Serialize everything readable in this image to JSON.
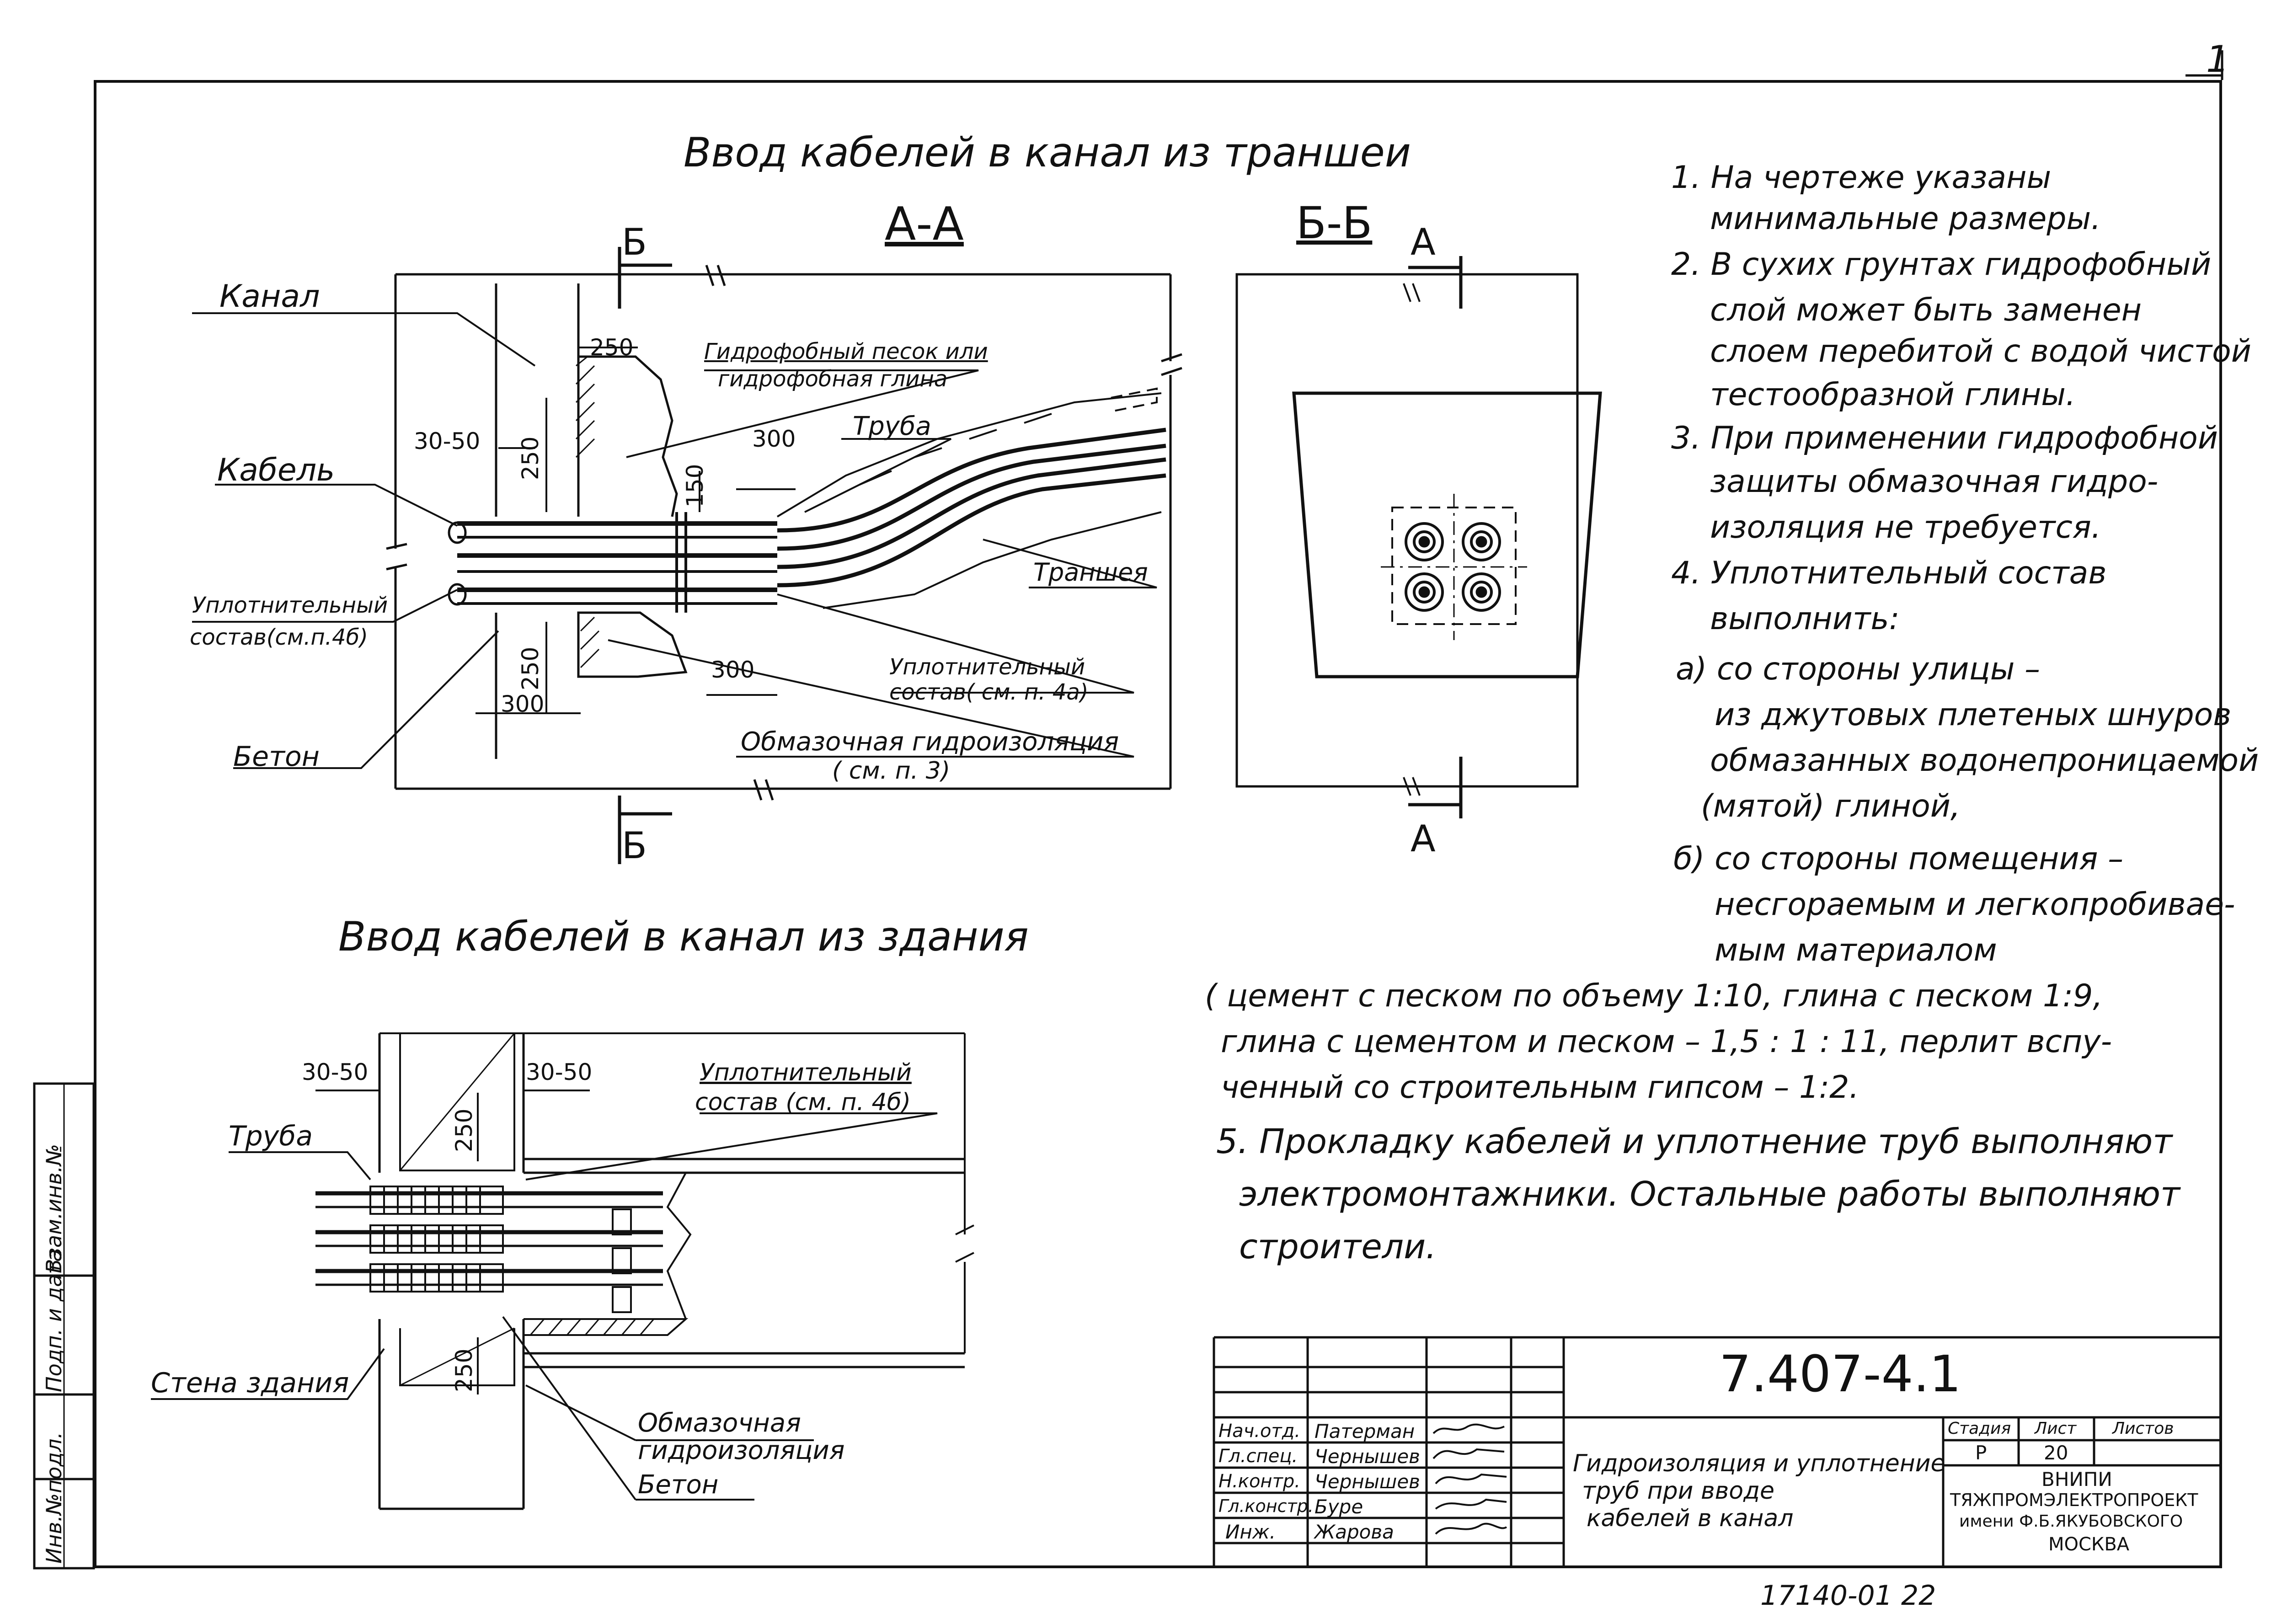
{
  "page_number": "1",
  "titles": {
    "trench": "Ввод кабелей в канал из траншеи",
    "building": "Ввод кабелей в канал из здания"
  },
  "section_aa": {
    "label": "А-А",
    "cut_marker": "Б",
    "labels": {
      "kanal": "Канал",
      "kabel": "Кабель",
      "uplotnitelny": "Уплотнительный",
      "uplotnitelny_ref": "состав(см.п.4б)",
      "beton": "Бетон",
      "gidrofob_1": "Гидрофобный песок или",
      "gidrofob_2": "гидрофобная глина",
      "truba": "Труба",
      "transheya": "Траншея",
      "upl_a_1": "Уплотнительный",
      "upl_a_2": "состав( см. п. 4а)",
      "obmaz_1": "Обмазочная гидроизоляция",
      "obmaz_2": "( см. п. 3)"
    },
    "dims": {
      "d250_top": "250",
      "d30_50": "30-50",
      "d250_left": "250",
      "d300_top": "300",
      "d150": "150",
      "d250_low": "250",
      "d300_low": "300",
      "d300_left": "300"
    }
  },
  "section_bb": {
    "label": "Б-Б",
    "cut_marker": "А"
  },
  "building_section": {
    "labels": {
      "truba": "Труба",
      "upl_1": "Уплотнительный",
      "upl_2": "состав (см. п. 4б)",
      "stena": "Стена здания",
      "obmaz_1": "Обмазочная",
      "obmaz_2": "гидроизоляция",
      "beton": "Бетон"
    },
    "dims": {
      "d30_50_left": "30-50",
      "d30_50_right": "30-50",
      "d250_top": "250",
      "d250_bottom": "250"
    }
  },
  "notes": [
    "1. На чертеже указаны",
    "минимальные размеры.",
    "2. В сухих грунтах гидрофобный",
    "слой может быть заменен",
    "слоем перебитой с водой чистой",
    "тестообразной глины.",
    "3. При применении гидрофобной",
    "защиты обмазочная гидро-",
    "изоляция не требуется.",
    "4. Уплотнительный   состав",
    "выполнить:",
    "а) со стороны улицы –",
    "из джутовых плетеных шнуров",
    "обмазанных водонепроницаемой",
    "(мятой) глиной,",
    "б) со стороны помещения –",
    "несгораемым и легкопробивае-",
    "мым материалом",
    "( цемент с песком по объему 1:10, глина с песком 1:9,",
    "глина с цементом и песком – 1,5 : 1 : 11, перлит вспу-",
    "ченный со строительным гипсом – 1:2.",
    "5. Прокладку кабелей и уплотнение труб выполняют",
    "электромонтажники. Остальные работы выполняют",
    "строители."
  ],
  "side_stamp": [
    "Инв.№подл.",
    "Подп. и дата",
    "Взам.инв.№"
  ],
  "title_block": {
    "doc_number": "7.407-4.1",
    "roles": [
      "Нач.отд.",
      "Гл.спец.",
      "Н.контр.",
      "Гл.констр.",
      "Инж."
    ],
    "names": [
      "Патерман",
      "Чернышев",
      "Чернышев",
      "Буре",
      "Жарова"
    ],
    "description": [
      "Гидроизоляция и уплотнение",
      "труб при вводе",
      "кабелей в канал"
    ],
    "stage_header": "Стадия",
    "sheet_header": "Лист",
    "sheets_header": "Листов",
    "stage": "Р",
    "sheet": "20",
    "sheets": "",
    "org": [
      "ВНИПИ",
      "ТЯЖПРОМЭЛЕКТРОПРОЕКТ",
      "имени Ф.Б.ЯКУБОВСКОГО",
      "МОСКВА"
    ]
  },
  "bottom_code": "17140-01   22"
}
